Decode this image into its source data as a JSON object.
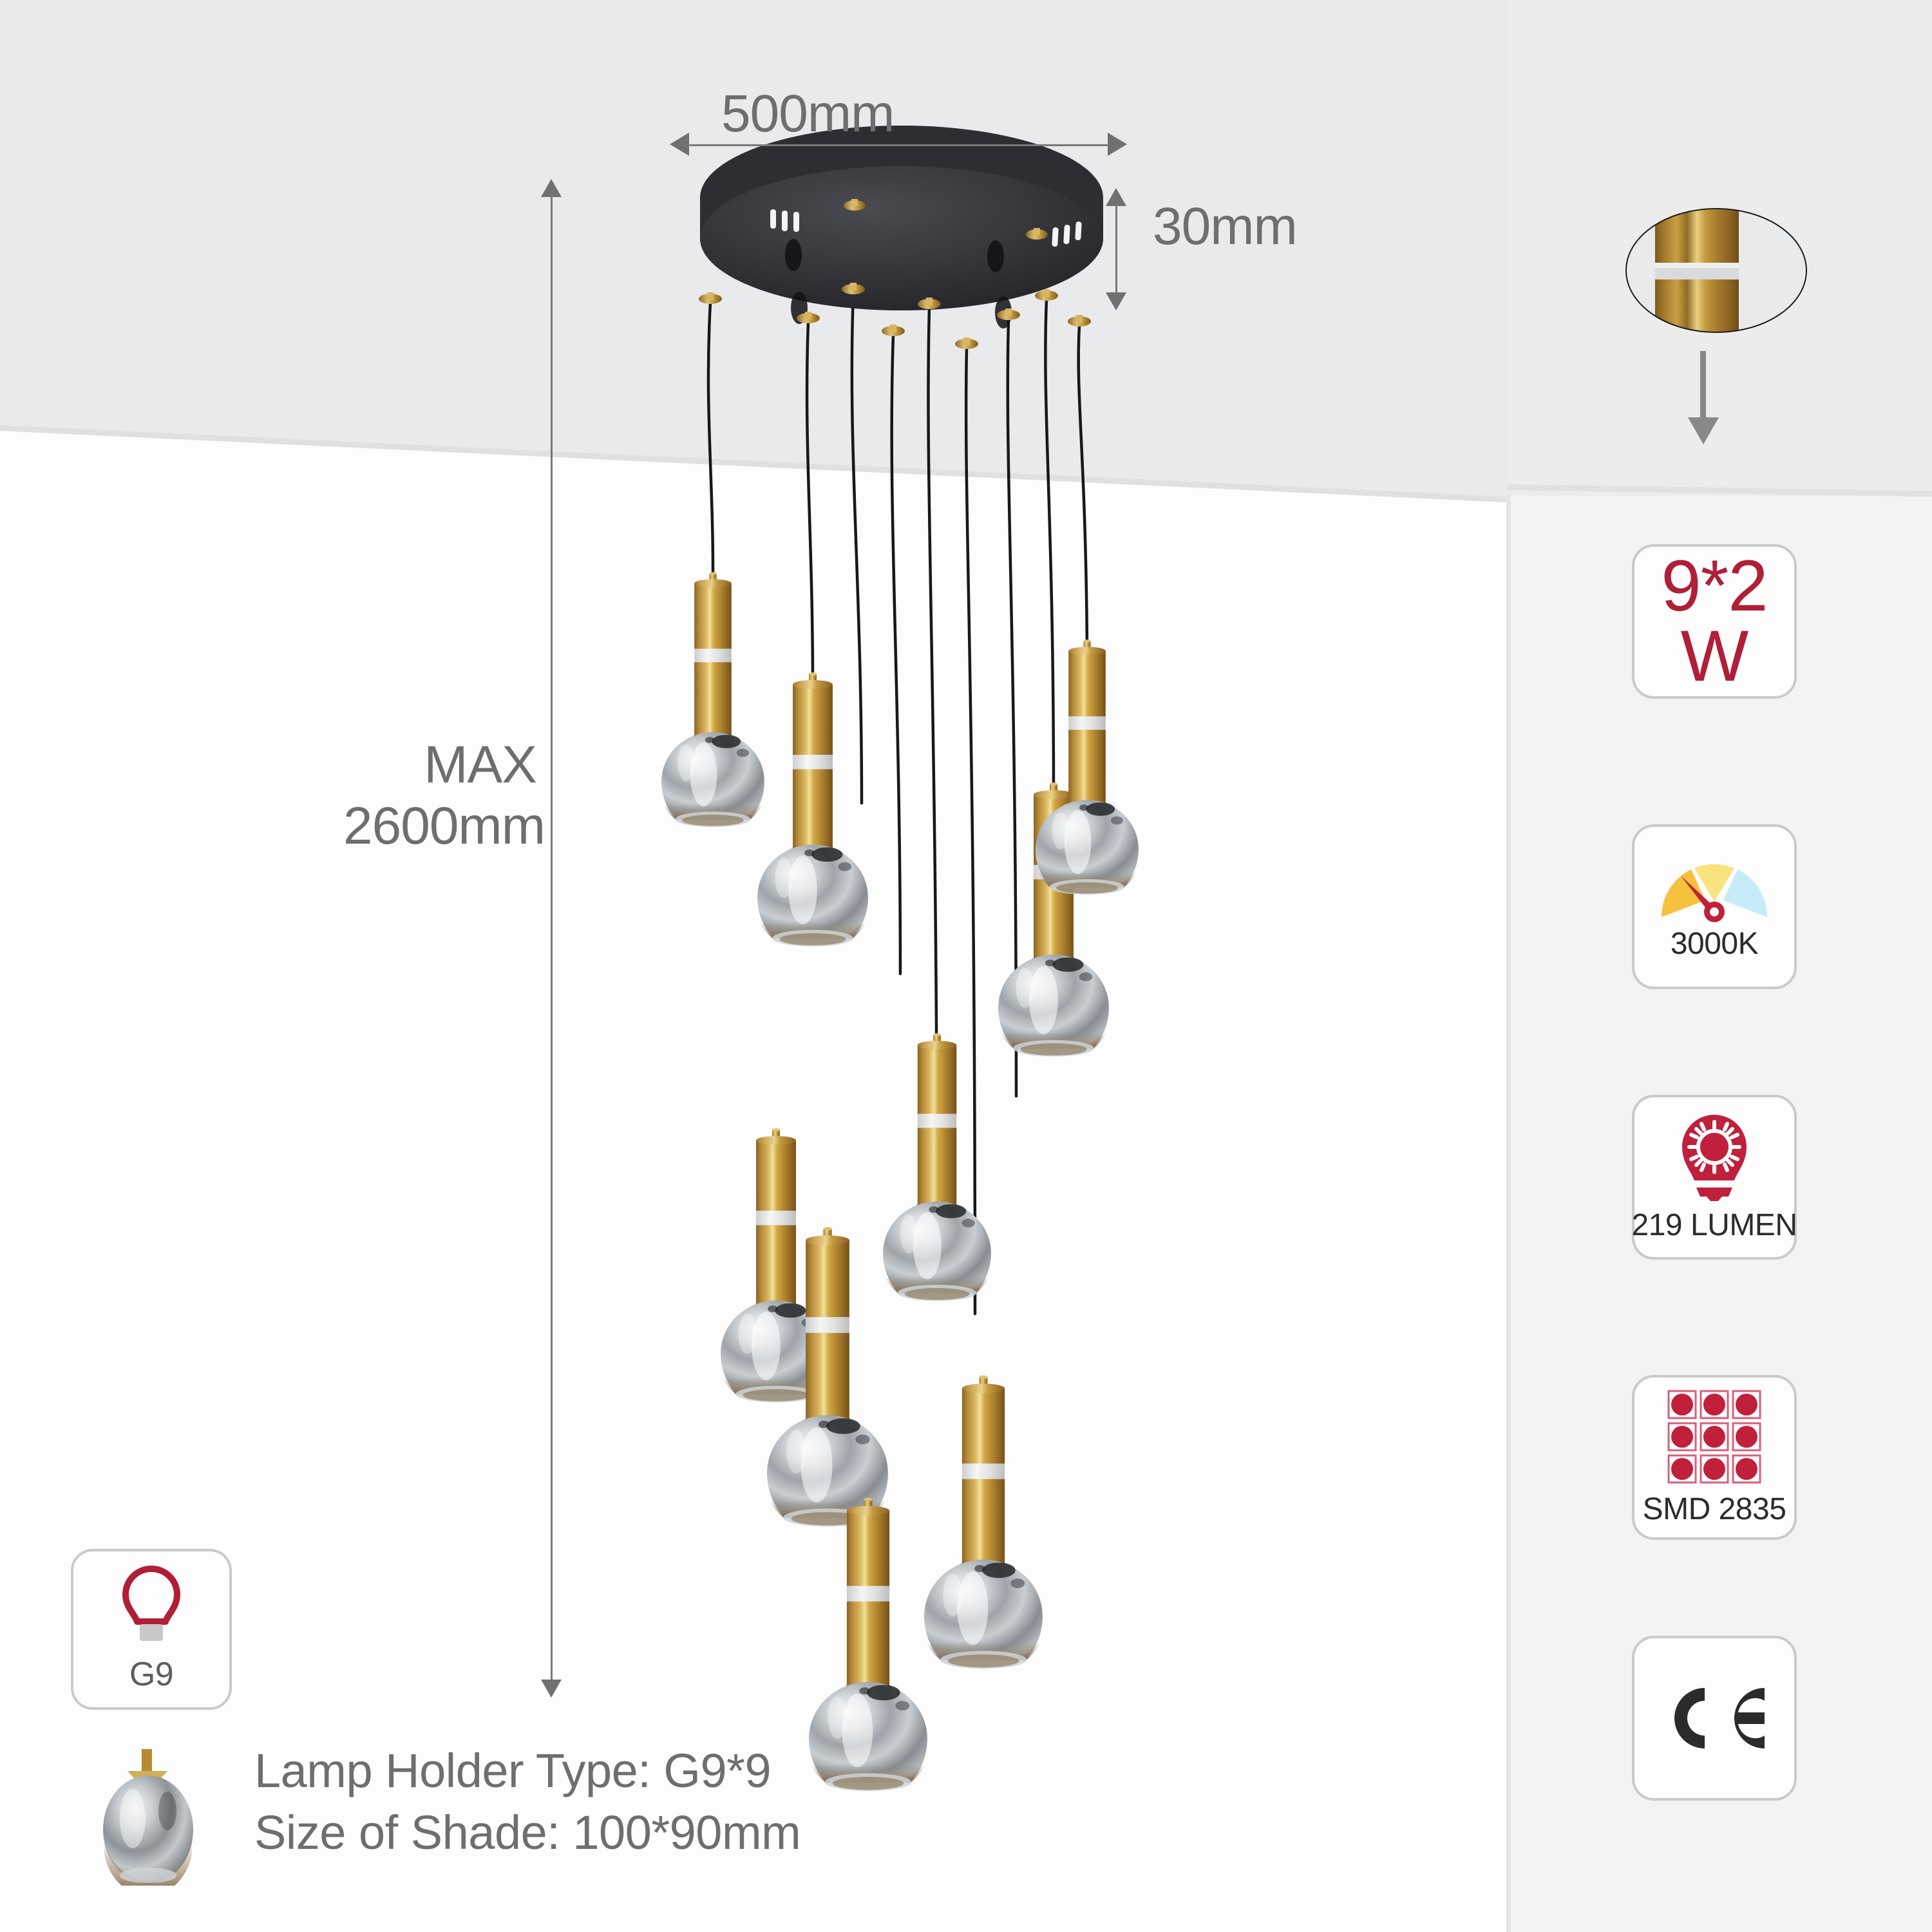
{
  "product": {
    "type": "spiral-pendant-chandelier",
    "lamp_count": 9,
    "shade_finish": "chrome-smoke-glass",
    "rod_finish": "gold-brass"
  },
  "dimensions": {
    "canopy_diameter": "500mm",
    "canopy_height": "30mm",
    "max_drop_prefix": "MAX",
    "max_drop_value": "2600mm"
  },
  "specs": {
    "lamp_holder_line": "Lamp Holder Type: G9*9",
    "shade_size_line": "Size of Shade: 100*90mm"
  },
  "badges": {
    "wattage": {
      "line1": "9*2",
      "line2": "W",
      "icon": "wattage-text"
    },
    "color_temperature": {
      "label": "3000K",
      "icon": "color-temperature-gauge-icon"
    },
    "lumen": {
      "label": "219 LUMEN",
      "icon": "light-bulb-sun-icon"
    },
    "smd": {
      "label": "SMD 2835",
      "icon": "led-chip-grid-icon"
    },
    "ce": {
      "label": "CE",
      "icon": "ce-mark-icon"
    },
    "lamp_base": {
      "label": "G9",
      "icon": "bulb-outline-icon"
    }
  },
  "callout": {
    "name": "rod-joint-detail",
    "icon": "magnified-gold-rod-icon"
  },
  "colors": {
    "accent_red": "#b01e38",
    "text_grey": "#6d6e70",
    "ceiling_grey": "#e9eaec",
    "wall_white": "#fdfdfd",
    "gold": "#c49a3f",
    "chrome": "#b9bdc0",
    "canopy_black": "#23242a",
    "cct_warm": "#f6c13d",
    "cct_mid": "#f9e37e",
    "cct_cool": "#c6ecf8"
  }
}
